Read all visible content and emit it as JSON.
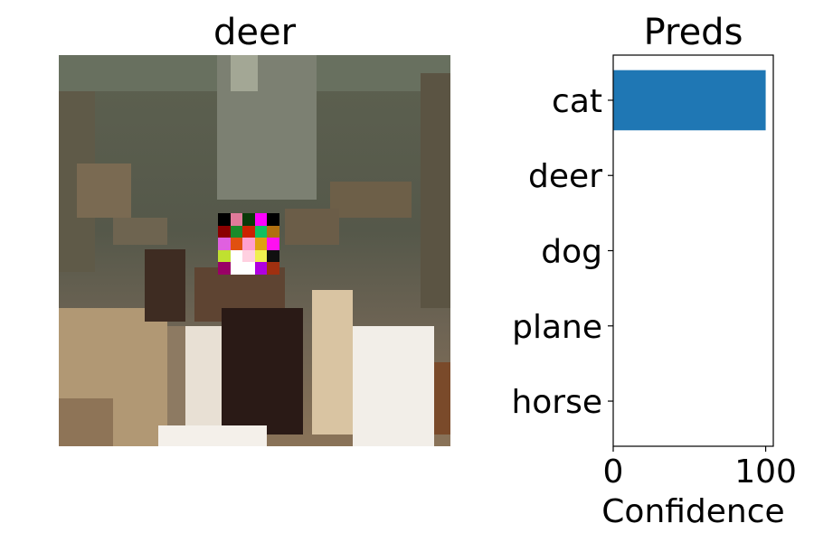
{
  "image_title": "deer",
  "image": {
    "subject": "pixelated deer photo with small colored trigger patch",
    "patch_colors": [
      "#000000",
      "#e07a9a",
      "#0a3a0a",
      "#ff00ff",
      "#000000",
      "#8b0000",
      "#1a8a2a",
      "#cc2200",
      "#10c060",
      "#b07010",
      "#e060e0",
      "#e05010",
      "#ff9fd0",
      "#e0a010",
      "#ff10f0",
      "#c0e030",
      "#ffffff",
      "#ffd0e0",
      "#f0f050",
      "#101010",
      "#990066",
      "#ffffff",
      "#ffffff",
      "#b000e0",
      "#a03010"
    ]
  },
  "chart_data": {
    "type": "bar",
    "orientation": "horizontal",
    "title": "Preds",
    "categories": [
      "cat",
      "deer",
      "dog",
      "plane",
      "horse"
    ],
    "values": [
      100,
      0,
      0,
      0,
      0
    ],
    "xlabel": "Confidence",
    "ylabel": "",
    "xlim": [
      0,
      105
    ],
    "xticks": [
      0,
      100
    ],
    "grid": false,
    "bar_color": "#1f77b4"
  }
}
